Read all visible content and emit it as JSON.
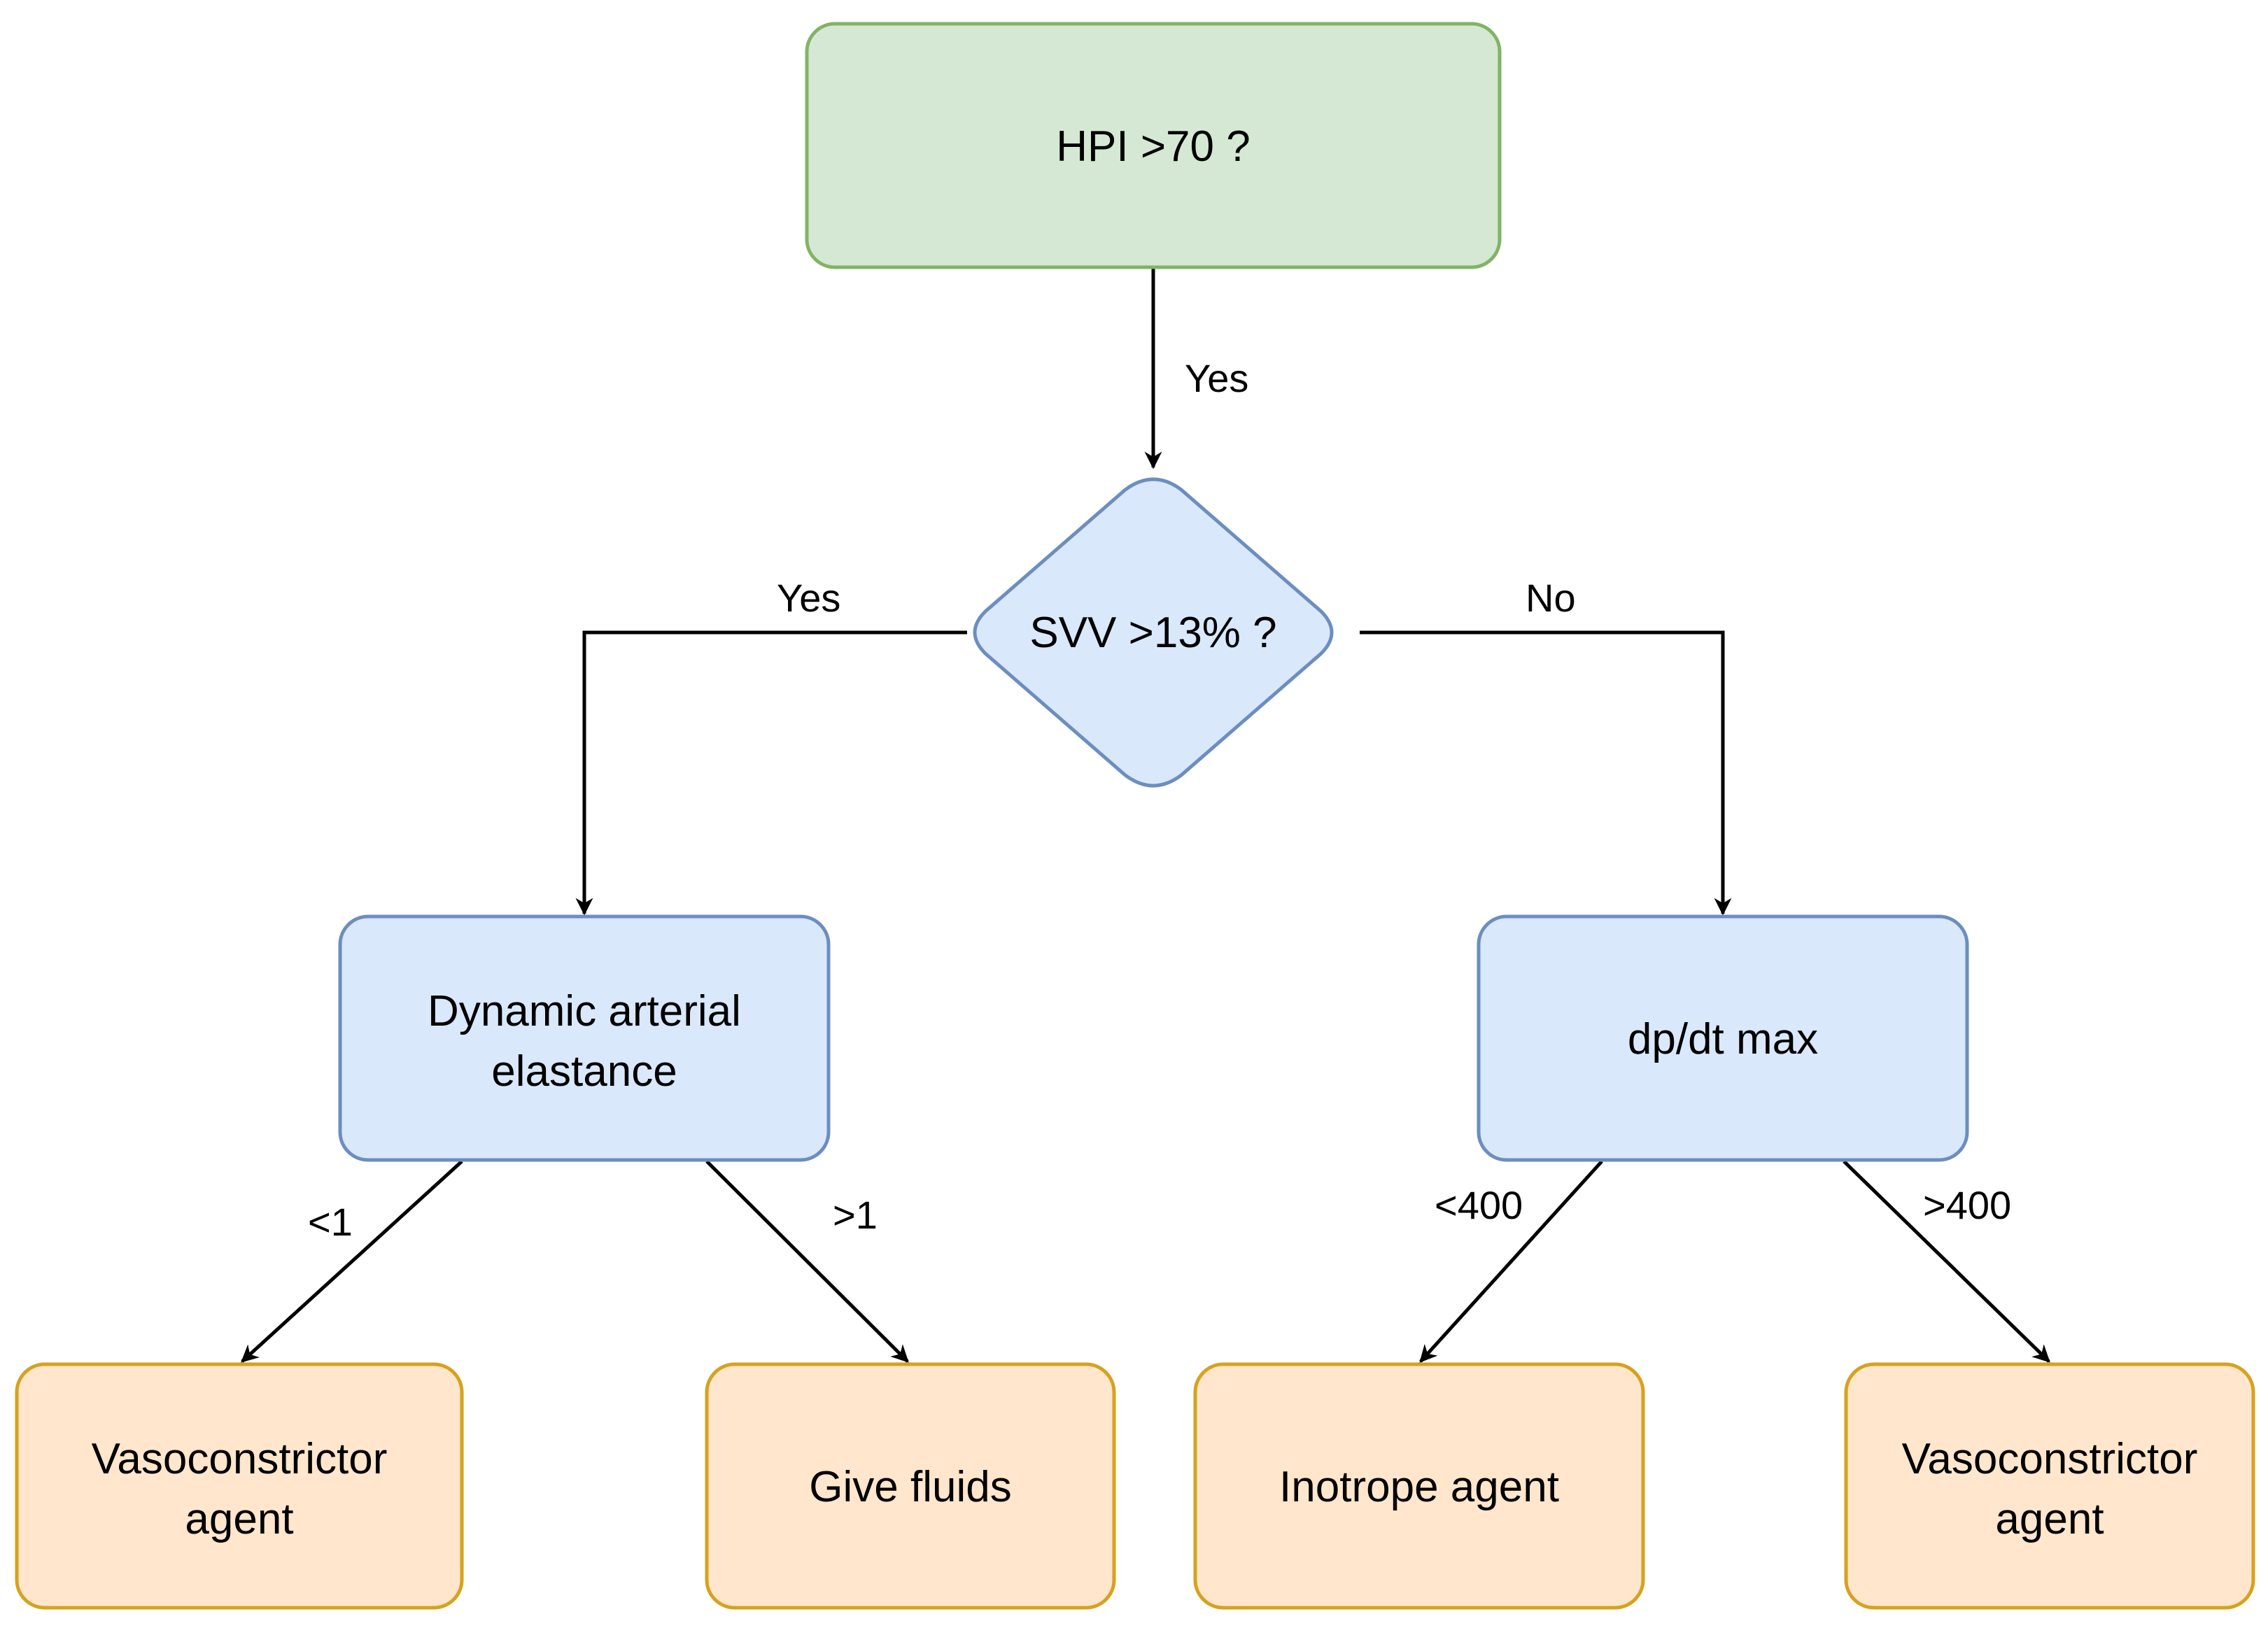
{
  "colors": {
    "green_fill": "#d5e8d4",
    "green_stroke": "#82b366",
    "blue_fill": "#dae8fc",
    "blue_stroke": "#6c8ebf",
    "orange_fill": "#ffe6cc",
    "orange_stroke": "#d6a21e",
    "edge": "#000000"
  },
  "nodes": {
    "hpi": "HPI >70 ?",
    "svv": "SVV >13% ?",
    "dae_line1": "Dynamic arterial",
    "dae_line2": "elastance",
    "dpdt": "dp/dt max",
    "vaso_left_line1": "Vasoconstrictor",
    "vaso_left_line2": "agent",
    "fluids": "Give fluids",
    "inotrope": "Inotrope agent",
    "vaso_right_line1": "Vasoconstrictor",
    "vaso_right_line2": "agent"
  },
  "edges": {
    "hpi_to_svv": "Yes",
    "svv_yes": "Yes",
    "svv_no": "No",
    "dae_lt": "<1",
    "dae_gt": ">1",
    "dpdt_lt": "<400",
    "dpdt_gt": ">400"
  }
}
